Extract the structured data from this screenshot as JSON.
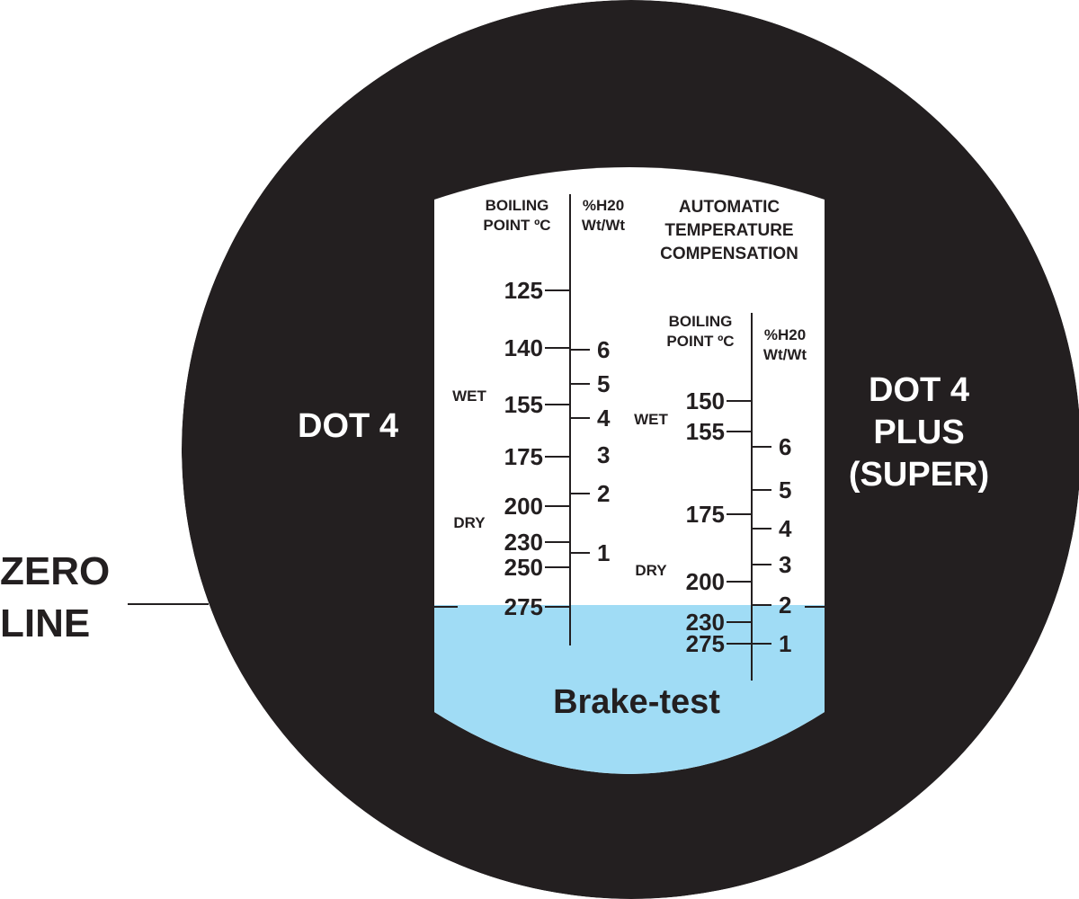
{
  "colors": {
    "background": "#ffffff",
    "disc": "#231f20",
    "window": "#ffffff",
    "liquid": "#a0dcf5",
    "ink": "#231f20",
    "side_text": "#ffffff"
  },
  "labels": {
    "zero_line": [
      "ZERO",
      "LINE"
    ],
    "left_side": "DOT 4",
    "right_side": [
      "DOT 4",
      "PLUS",
      "(SUPER)"
    ],
    "atc": [
      "AUTOMATIC",
      "TEMPERATURE",
      "COMPENSATION"
    ],
    "brand": "Brake-test"
  },
  "dot4_scale": {
    "header_bp": [
      "BOILING",
      "POINT ºC"
    ],
    "header_h2o": [
      "%H20",
      "Wt/Wt"
    ],
    "wet_label": "WET",
    "dry_label": "DRY",
    "boiling_points": [
      "125",
      "140",
      "155",
      "175",
      "200",
      "230",
      "250",
      "275"
    ],
    "water_pct": [
      "6",
      "5",
      "4",
      "3",
      "2",
      "1"
    ]
  },
  "dot4plus_scale": {
    "header_bp": [
      "BOILING",
      "POINT ºC"
    ],
    "header_h2o": [
      "%H20",
      "Wt/Wt"
    ],
    "wet_label": "WET",
    "dry_label": "DRY",
    "boiling_points": [
      "150",
      "155",
      "175",
      "200",
      "230",
      "275"
    ],
    "water_pct": [
      "6",
      "5",
      "4",
      "3",
      "2",
      "1"
    ]
  }
}
